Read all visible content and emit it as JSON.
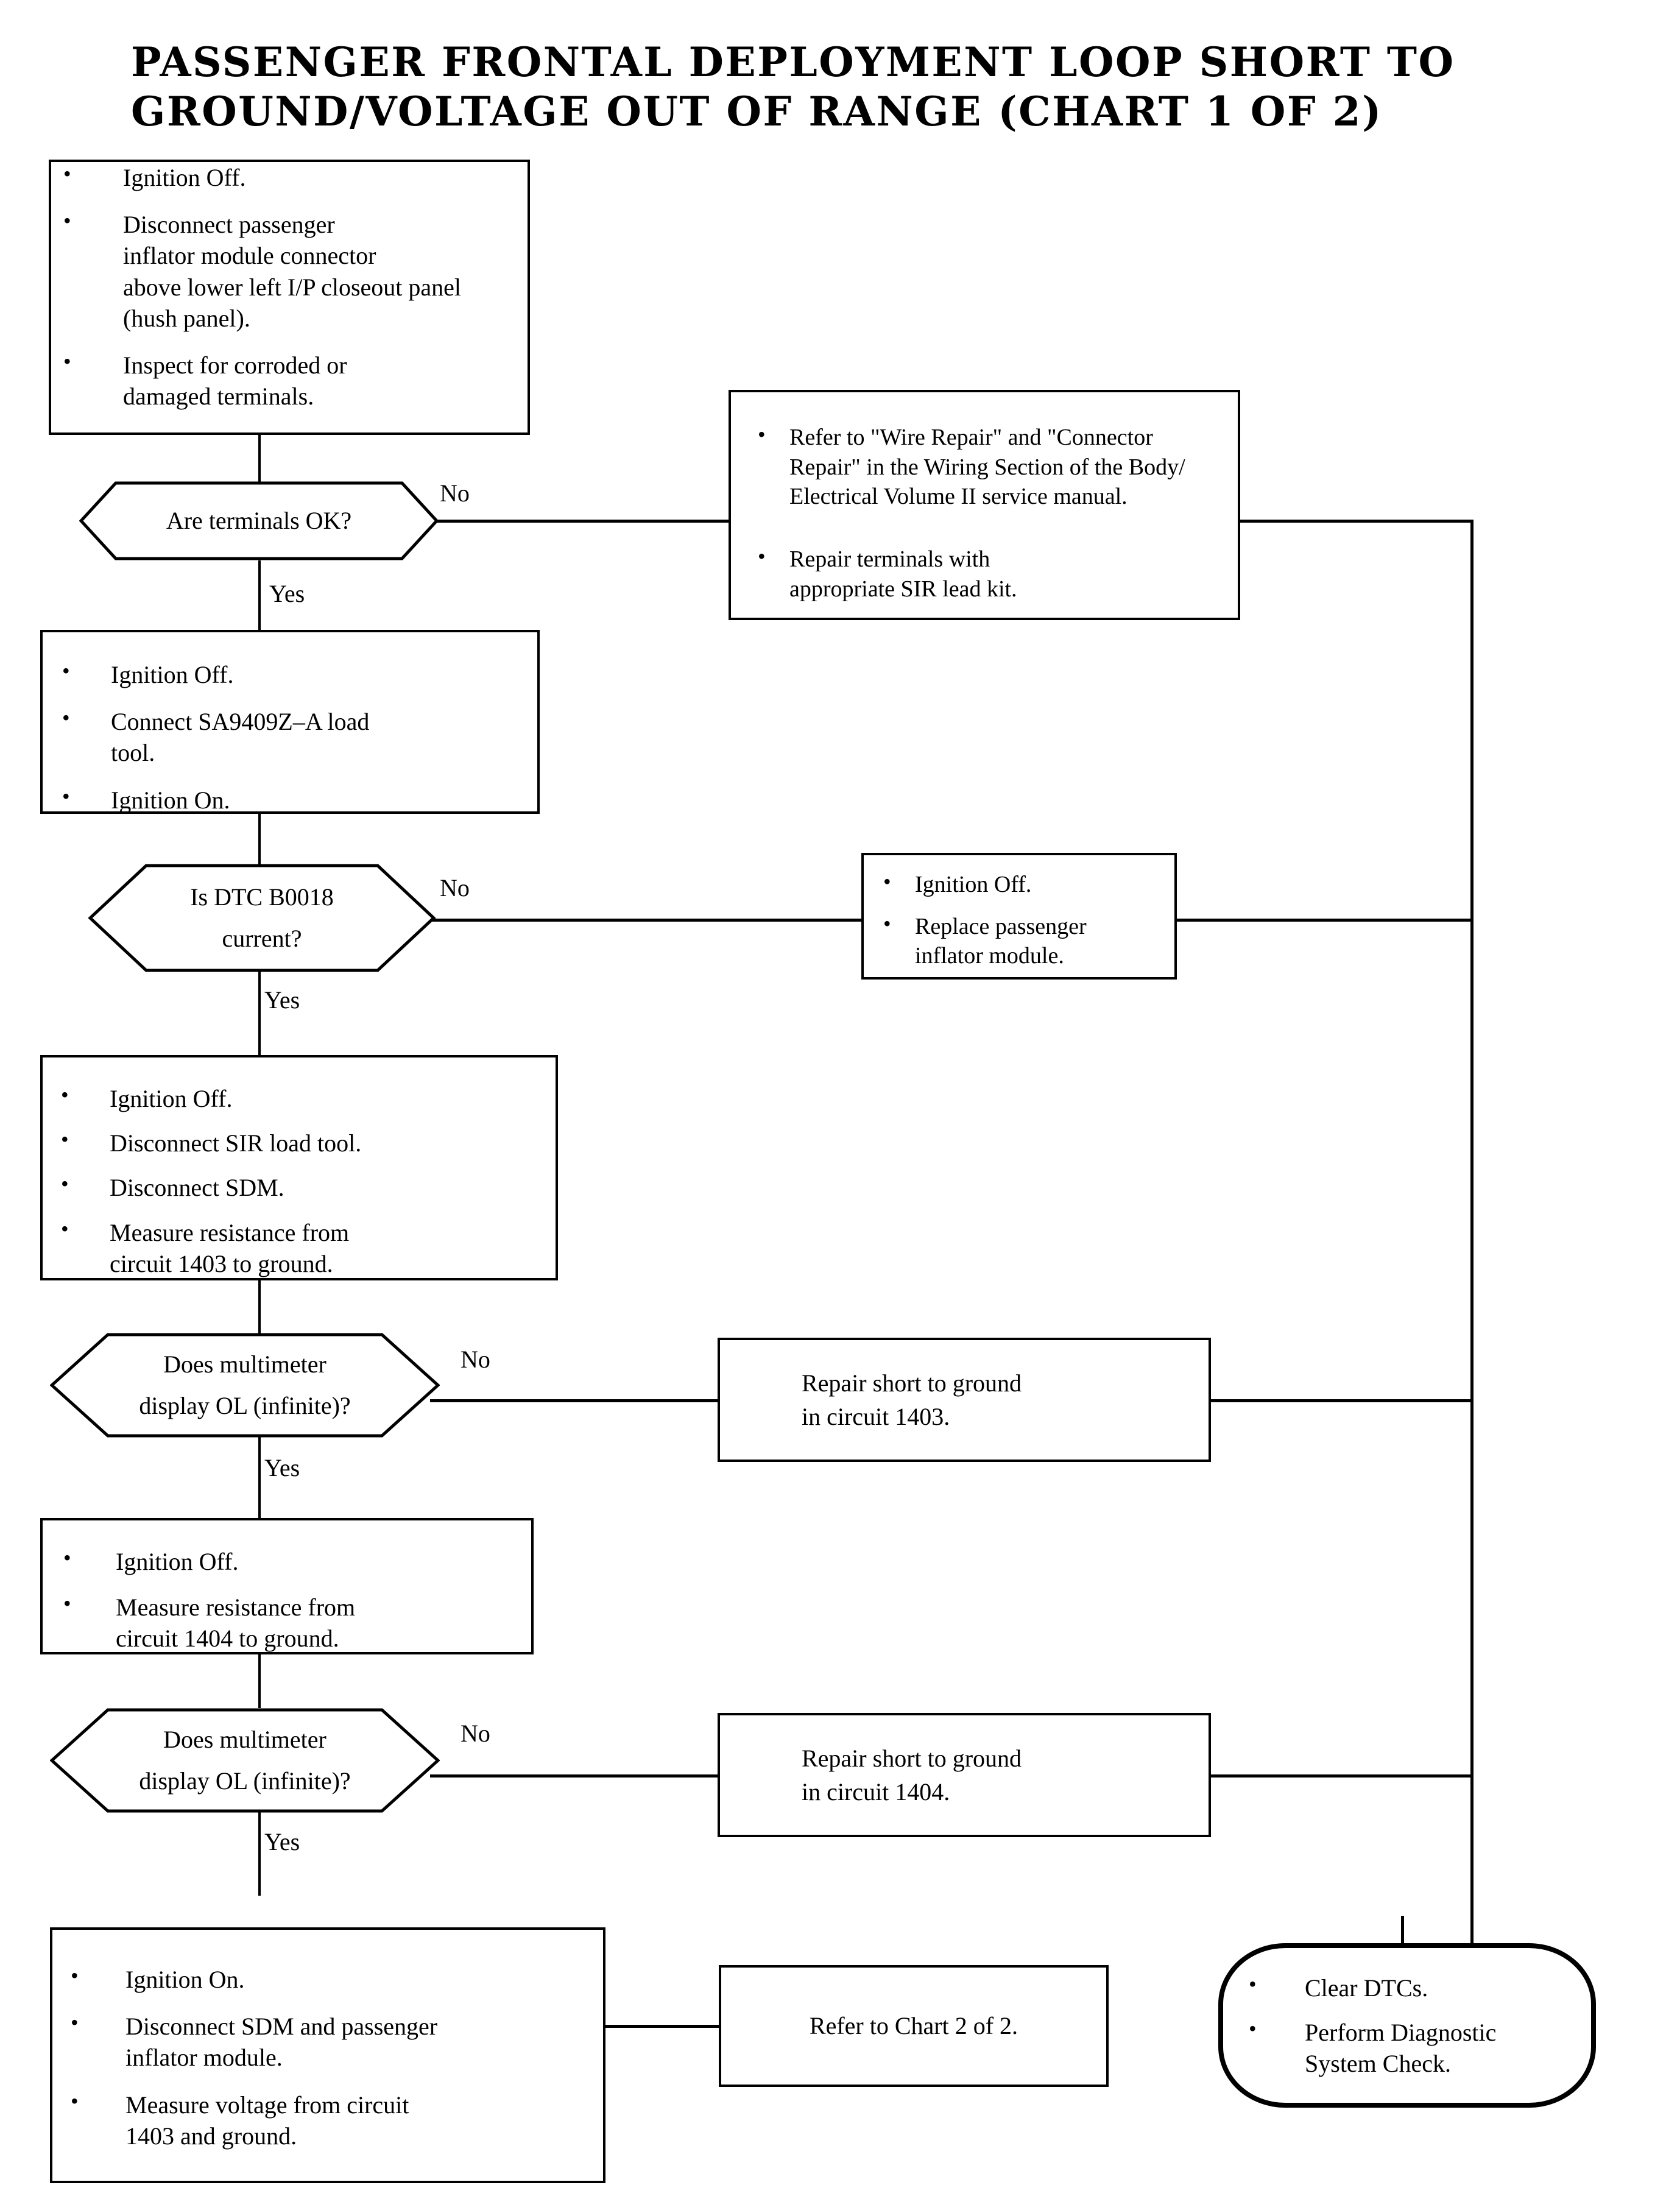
{
  "chart": {
    "title": "PASSENGER FRONTAL DEPLOYMENT LOOP SHORT TO\nGROUND/VOLTAGE OUT OF RANGE (CHART 1 OF 2)",
    "type": "flowchart",
    "edge_labels": {
      "yes": "Yes",
      "no": "No"
    }
  },
  "nodes": {
    "step1": {
      "kind": "process",
      "bullets": [
        "Ignition Off.",
        "Disconnect passenger\ninflator module connector\nabove lower left I/P closeout panel\n(hush panel).",
        "Inspect for corroded or\ndamaged terminals."
      ]
    },
    "decision1": {
      "kind": "decision",
      "text": "Are terminals OK?"
    },
    "repair_terminals": {
      "kind": "process",
      "bullets": [
        "Refer to \"Wire Repair\" and \"Connector\nRepair\" in the Wiring Section of the Body/\nElectrical Volume II service manual.",
        "Repair terminals with\nappropriate SIR lead kit."
      ]
    },
    "step2": {
      "kind": "process",
      "bullets": [
        "Ignition Off.",
        "Connect SA9409Z–A load\ntool.",
        "Ignition On."
      ]
    },
    "decision2": {
      "kind": "decision",
      "text": "Is DTC B0018\ncurrent?"
    },
    "replace_inflator": {
      "kind": "process",
      "bullets": [
        "Ignition Off.",
        "Replace passenger\ninflator module."
      ]
    },
    "step3": {
      "kind": "process",
      "bullets": [
        "Ignition Off.",
        "Disconnect SIR load tool.",
        "Disconnect SDM.",
        "Measure resistance from\ncircuit 1403 to ground."
      ]
    },
    "decision3": {
      "kind": "decision",
      "text": "Does multimeter\ndisplay OL (infinite)?"
    },
    "repair_1403": {
      "kind": "process",
      "text": "Repair short to ground\nin circuit 1403."
    },
    "step4": {
      "kind": "process",
      "bullets": [
        "Ignition Off.",
        "Measure resistance from\ncircuit 1404 to ground."
      ]
    },
    "decision4": {
      "kind": "decision",
      "text": "Does multimeter\ndisplay OL (infinite)?"
    },
    "repair_1404": {
      "kind": "process",
      "text": "Repair short to ground\nin circuit 1404."
    },
    "step5": {
      "kind": "process",
      "bullets": [
        "Ignition On.",
        "Disconnect SDM and passenger\ninflator module.",
        "Measure voltage from circuit\n1403 and ground."
      ]
    },
    "chart2": {
      "kind": "process",
      "text": "Refer to Chart 2 of 2."
    },
    "final": {
      "kind": "terminal",
      "bullets": [
        "Clear DTCs.",
        "Perform Diagnostic\nSystem Check."
      ]
    }
  },
  "edges": [
    {
      "from": "step1",
      "to": "decision1",
      "label": ""
    },
    {
      "from": "decision1",
      "to": "repair_terminals",
      "label": "No"
    },
    {
      "from": "decision1",
      "to": "step2",
      "label": "Yes"
    },
    {
      "from": "step2",
      "to": "decision2",
      "label": ""
    },
    {
      "from": "decision2",
      "to": "replace_inflator",
      "label": "No"
    },
    {
      "from": "decision2",
      "to": "step3",
      "label": "Yes"
    },
    {
      "from": "step3",
      "to": "decision3",
      "label": ""
    },
    {
      "from": "decision3",
      "to": "repair_1403",
      "label": "No"
    },
    {
      "from": "decision3",
      "to": "step4",
      "label": "Yes"
    },
    {
      "from": "step4",
      "to": "decision4",
      "label": ""
    },
    {
      "from": "decision4",
      "to": "repair_1404",
      "label": "No"
    },
    {
      "from": "decision4",
      "to": "step5",
      "label": "Yes"
    },
    {
      "from": "step5",
      "to": "chart2",
      "label": ""
    },
    {
      "from": "repair_terminals",
      "to": "final",
      "label": ""
    },
    {
      "from": "replace_inflator",
      "to": "final",
      "label": ""
    },
    {
      "from": "repair_1403",
      "to": "final",
      "label": ""
    },
    {
      "from": "repair_1404",
      "to": "final",
      "label": ""
    }
  ],
  "labels": {
    "no1": "No",
    "yes1": "Yes",
    "no2": "No",
    "yes2": "Yes",
    "no3": "No",
    "yes3": "Yes",
    "no4": "No",
    "yes4": "Yes"
  }
}
